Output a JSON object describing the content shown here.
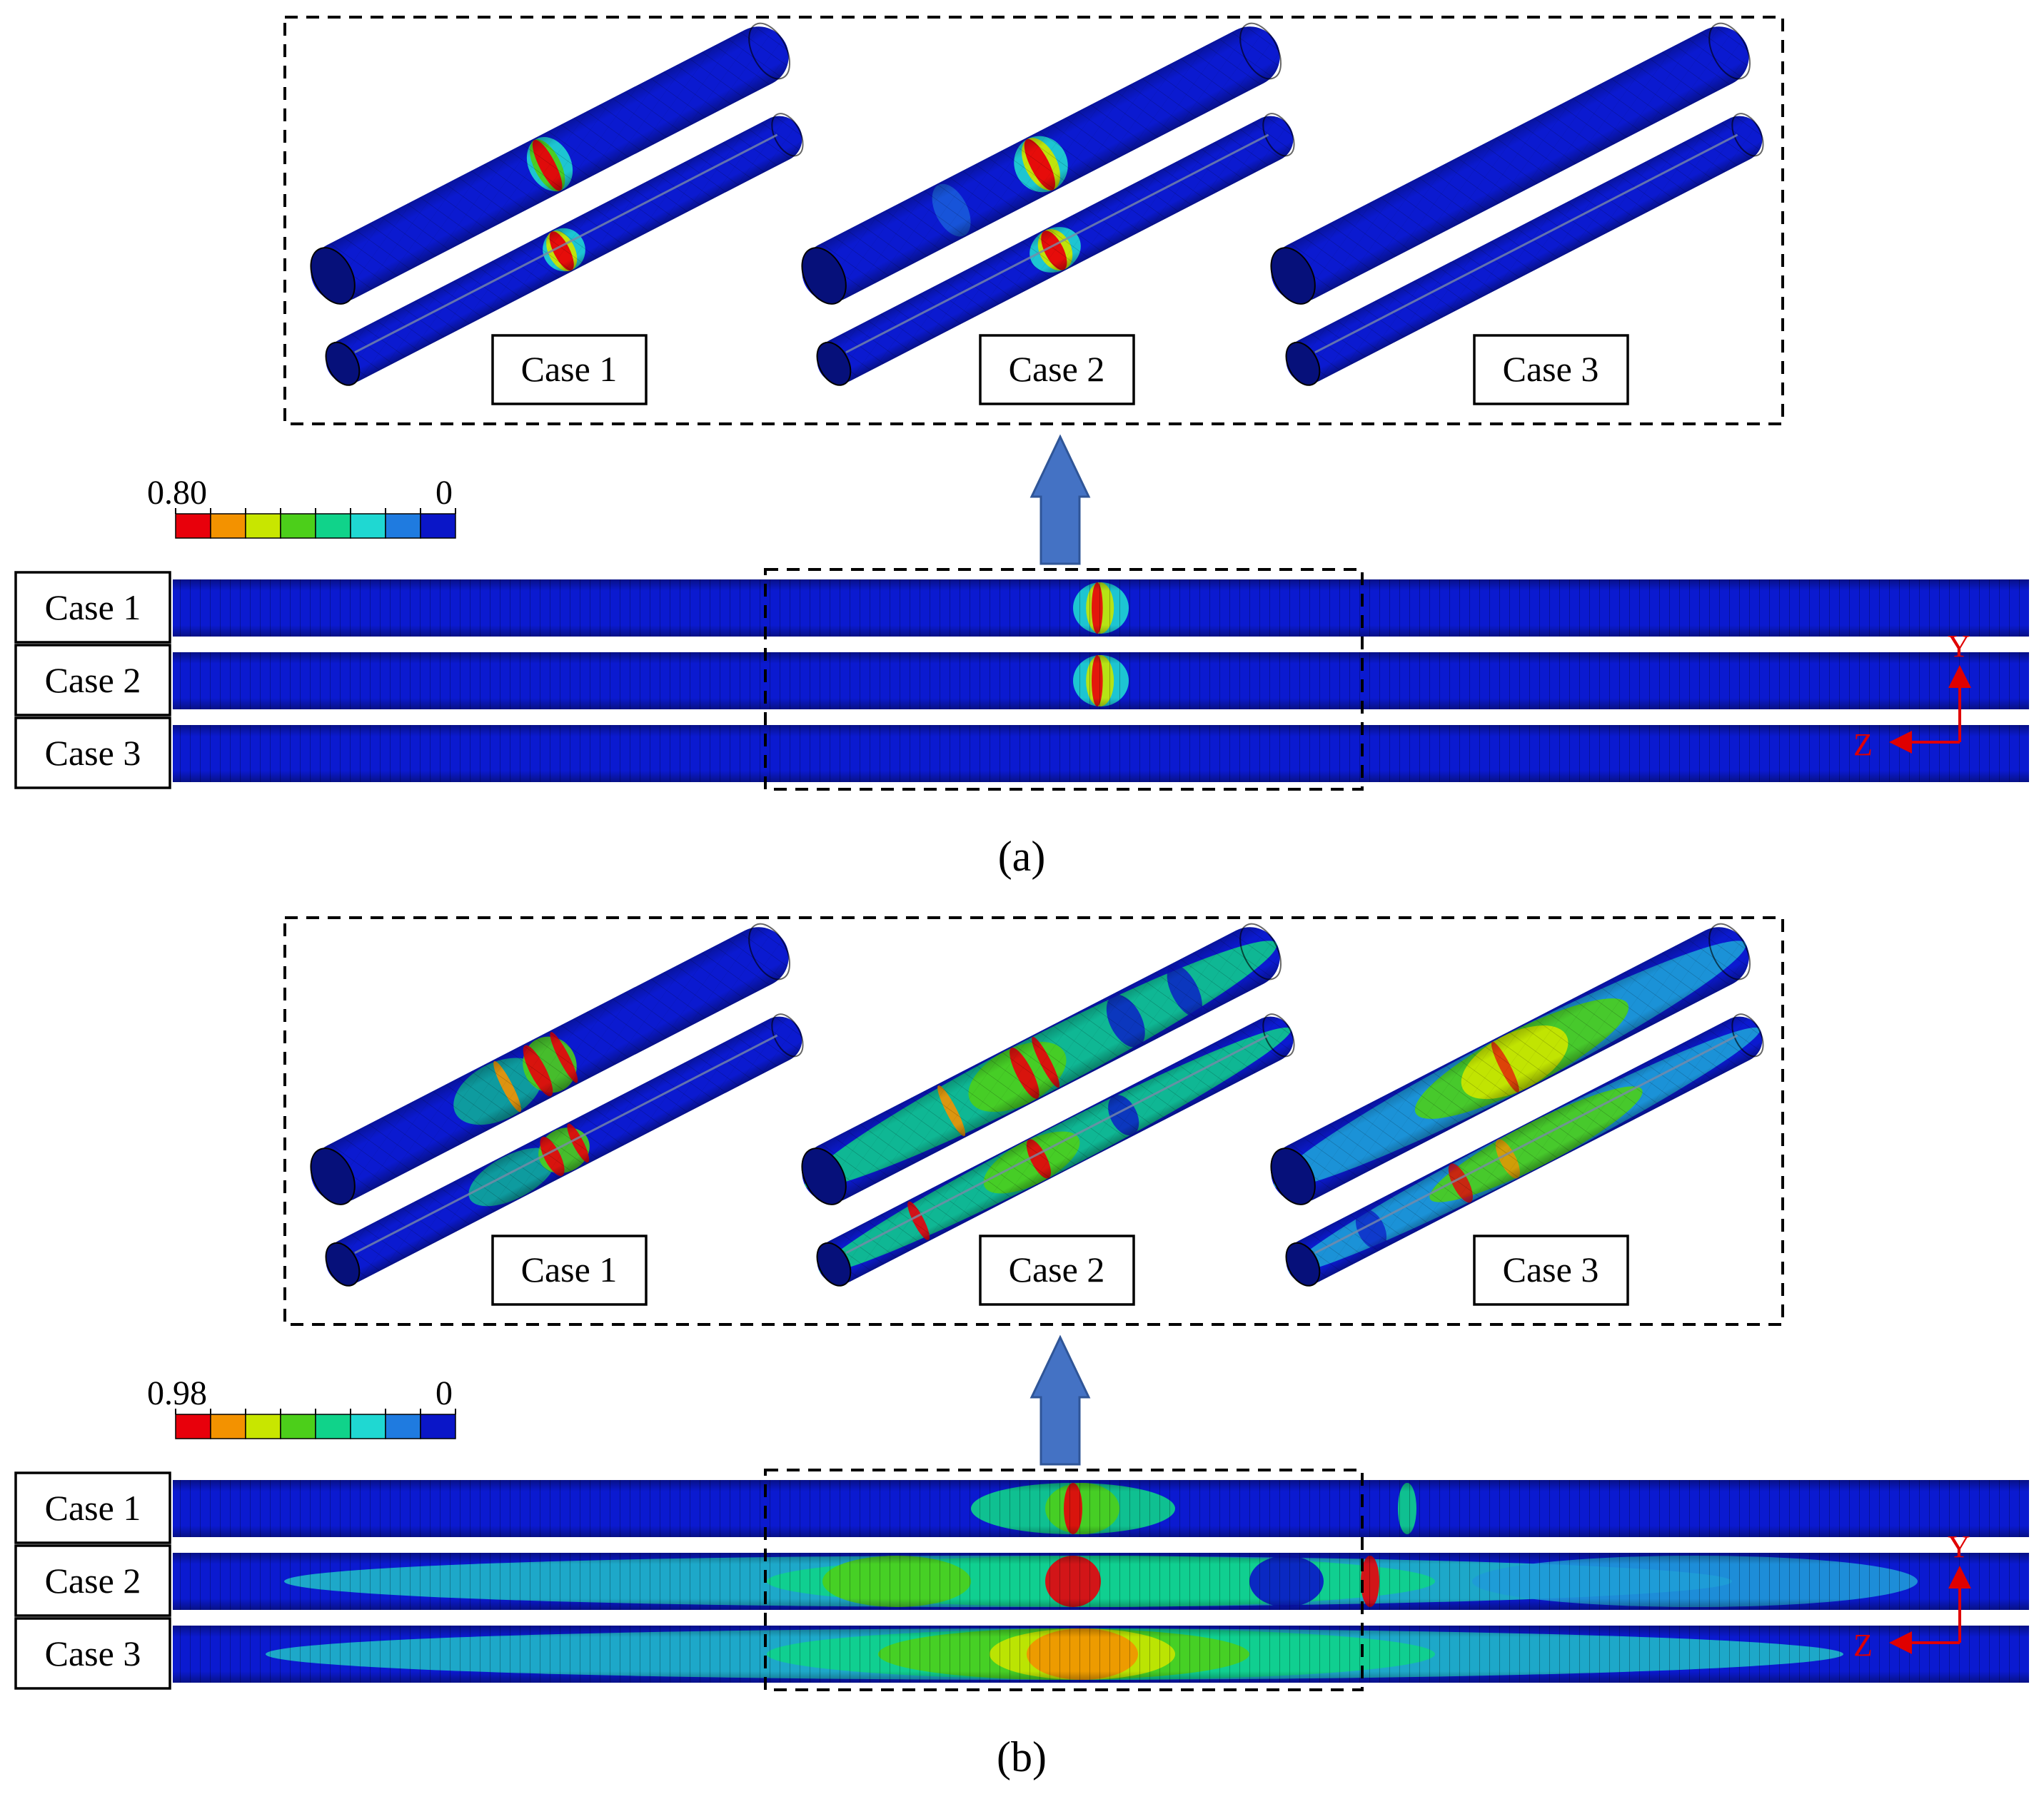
{
  "panels": [
    {
      "id": "a",
      "caption": "(a)",
      "colorbar": {
        "max_label": "0.80",
        "min_label": "0",
        "colors": [
          "#e8000b",
          "#f39200",
          "#c8e600",
          "#4ccf1a",
          "#10d38a",
          "#1fd8d2",
          "#1f7be0",
          "#0a16c8"
        ]
      },
      "detail_labels": [
        "Case 1",
        "Case 2",
        "Case 3"
      ],
      "strip_labels": [
        "Case 1",
        "Case 2",
        "Case 3"
      ],
      "axis_labels": {
        "vertical": "Y",
        "horizontal": "Z"
      }
    },
    {
      "id": "b",
      "caption": "(b)",
      "colorbar": {
        "max_label": "0.98",
        "min_label": "0",
        "colors": [
          "#e8000b",
          "#f39200",
          "#c8e600",
          "#4ccf1a",
          "#10d38a",
          "#1fd8d2",
          "#1f7be0",
          "#0a16c8"
        ]
      },
      "detail_labels": [
        "Case 1",
        "Case 2",
        "Case 3"
      ],
      "strip_labels": [
        "Case 1",
        "Case 2",
        "Case 3"
      ],
      "axis_labels": {
        "vertical": "Y",
        "horizontal": "Z"
      }
    }
  ]
}
